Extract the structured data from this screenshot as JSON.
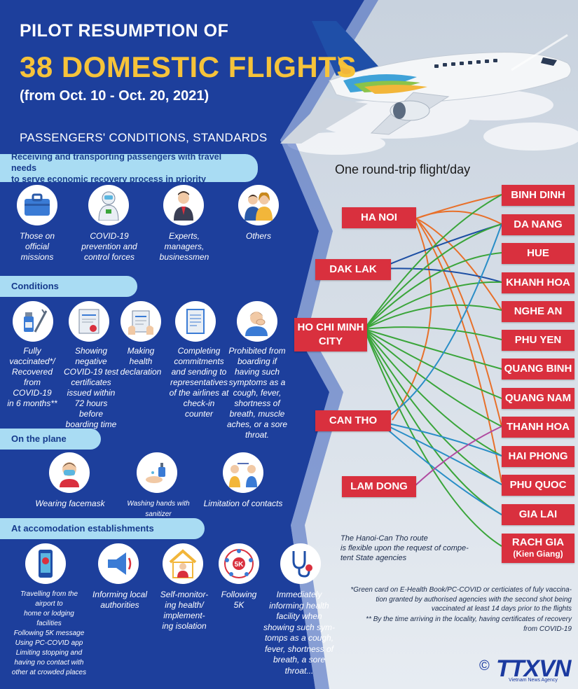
{
  "title": {
    "line1": "PILOT RESUMPTION OF",
    "line2": "38 DOMESTIC FLIGHTS",
    "line3": "(from Oct. 10 - Oct. 20, 2021)"
  },
  "subtitle": "PASSENGERS' CONDITIONS, STANDARDS",
  "priority": {
    "heading_line1": "Receiving and transporting passengers with travel needs",
    "heading_line2": "to serve economic recovery process in priority",
    "items": [
      {
        "icon": "briefcase-icon",
        "lines": [
          "Those on",
          "official",
          "missions"
        ]
      },
      {
        "icon": "protective-suit-icon",
        "lines": [
          "COVID-19",
          "prevention and",
          "control forces"
        ]
      },
      {
        "icon": "businessman-icon",
        "lines": [
          "Experts,",
          "managers,",
          "businessmen"
        ]
      },
      {
        "icon": "people-icon",
        "lines": [
          "Others"
        ]
      }
    ]
  },
  "conditions": {
    "heading": "Conditions",
    "items": [
      {
        "icon": "vaccine-icon",
        "lines": [
          "Fully",
          "vaccinated*/",
          "Recovered",
          "from",
          "COVID-19",
          "in 6 months**"
        ]
      },
      {
        "icon": "certificate-icon",
        "lines": [
          "Showing",
          "negative",
          "COVID-19 test",
          "certificates",
          "issued within",
          "72 hours before",
          "boarding time"
        ]
      },
      {
        "icon": "declaration-icon",
        "lines": [
          "Making",
          "health",
          "declaration"
        ]
      },
      {
        "icon": "document-icon",
        "lines": [
          "Completing",
          "commitments",
          "and sending to",
          "representatives",
          "of the airlines at",
          "check-in",
          "counter"
        ]
      },
      {
        "icon": "coughing-person-icon",
        "lines": [
          "Prohibited from",
          "boarding if",
          "having such",
          "symptoms as a",
          "cough, fever,",
          "shortness of",
          "breath, muscle",
          "aches, or a sore",
          "throat."
        ]
      }
    ]
  },
  "plane": {
    "heading": "On the plane",
    "items": [
      {
        "icon": "facemask-icon",
        "lines": [
          "Wearing facemask"
        ]
      },
      {
        "icon": "sanitizer-icon",
        "lines": [
          "Washing hands with",
          "sanitizer"
        ]
      },
      {
        "icon": "distance-icon",
        "lines": [
          "Limitation of contacts"
        ]
      }
    ]
  },
  "accommodation": {
    "heading": "At accomodation establishments",
    "items": [
      {
        "icon": "phone-icon",
        "lines": [
          "Travelling from the",
          "airport to",
          "home or lodging",
          "facilities",
          "Following 5K message",
          "Using PC-COVID app",
          "Limiting stopping and",
          "having no contact with",
          "other at crowded places"
        ]
      },
      {
        "icon": "megaphone-icon",
        "lines": [
          "Informing local",
          "authorities"
        ]
      },
      {
        "icon": "house-isolation-icon",
        "lines": [
          "Self-monitor-",
          "ing health/",
          "implement-",
          "ing isolation"
        ]
      },
      {
        "icon": "5k-icon",
        "lines": [
          "Following",
          "5K"
        ]
      },
      {
        "icon": "stethoscope-icon",
        "lines": [
          "Immediately",
          "informing health",
          "facility  when",
          "showing such sym-",
          "tomps as a cough,",
          "fever, shortness of",
          "breath, a sore",
          "throat..."
        ]
      }
    ]
  },
  "routes": {
    "heading": "One round-trip flight/day",
    "origins": [
      "HA NOI",
      "DAK LAK",
      "HO CHI MINH CITY",
      "CAN THO",
      "LAM DONG"
    ],
    "destinations": [
      "BINH DINH",
      "DA NANG",
      "HUE",
      "KHANH HOA",
      "NGHE AN",
      "PHU YEN",
      "QUANG BINH",
      "QUANG NAM",
      "THANH HOA",
      "HAI PHONG",
      "PHU QUOC",
      "GIA LAI",
      "RACH GIA"
    ],
    "destination_sub": "(Kien Giang)",
    "note_lines": [
      "The Hanoi-Can Tho route",
      "is flexible upon the request of compe-",
      "tent State agencies"
    ],
    "colors": {
      "ha_noi": "#e8702a",
      "dak_lak": "#1d4fa3",
      "ho_chi_minh": "#3aa53a",
      "can_tho": "#2a8ec7",
      "lam_dong": "#b04aa0",
      "hanoi_cantho": "#e8702a"
    }
  },
  "footnotes": {
    "note1_lines": [
      "*Green card on E-Health Book/PC-COVID or certiciates of  fuly vaccina-",
      "tion granted by authorised agencies with the second shot being",
      "vaccinated at least 14 days prior to the flights"
    ],
    "note2_lines": [
      "** By the time arriving in the locality, having certificates of recovery",
      "from COVID-19"
    ]
  },
  "logo": {
    "copyright": "©",
    "name": "TTXVN",
    "sub": "Vietnam News Agency"
  },
  "colors": {
    "navy": "#1d3f9c",
    "yellow": "#f6c33a",
    "pill": "#a9dcf3",
    "red": "#d9303e"
  }
}
